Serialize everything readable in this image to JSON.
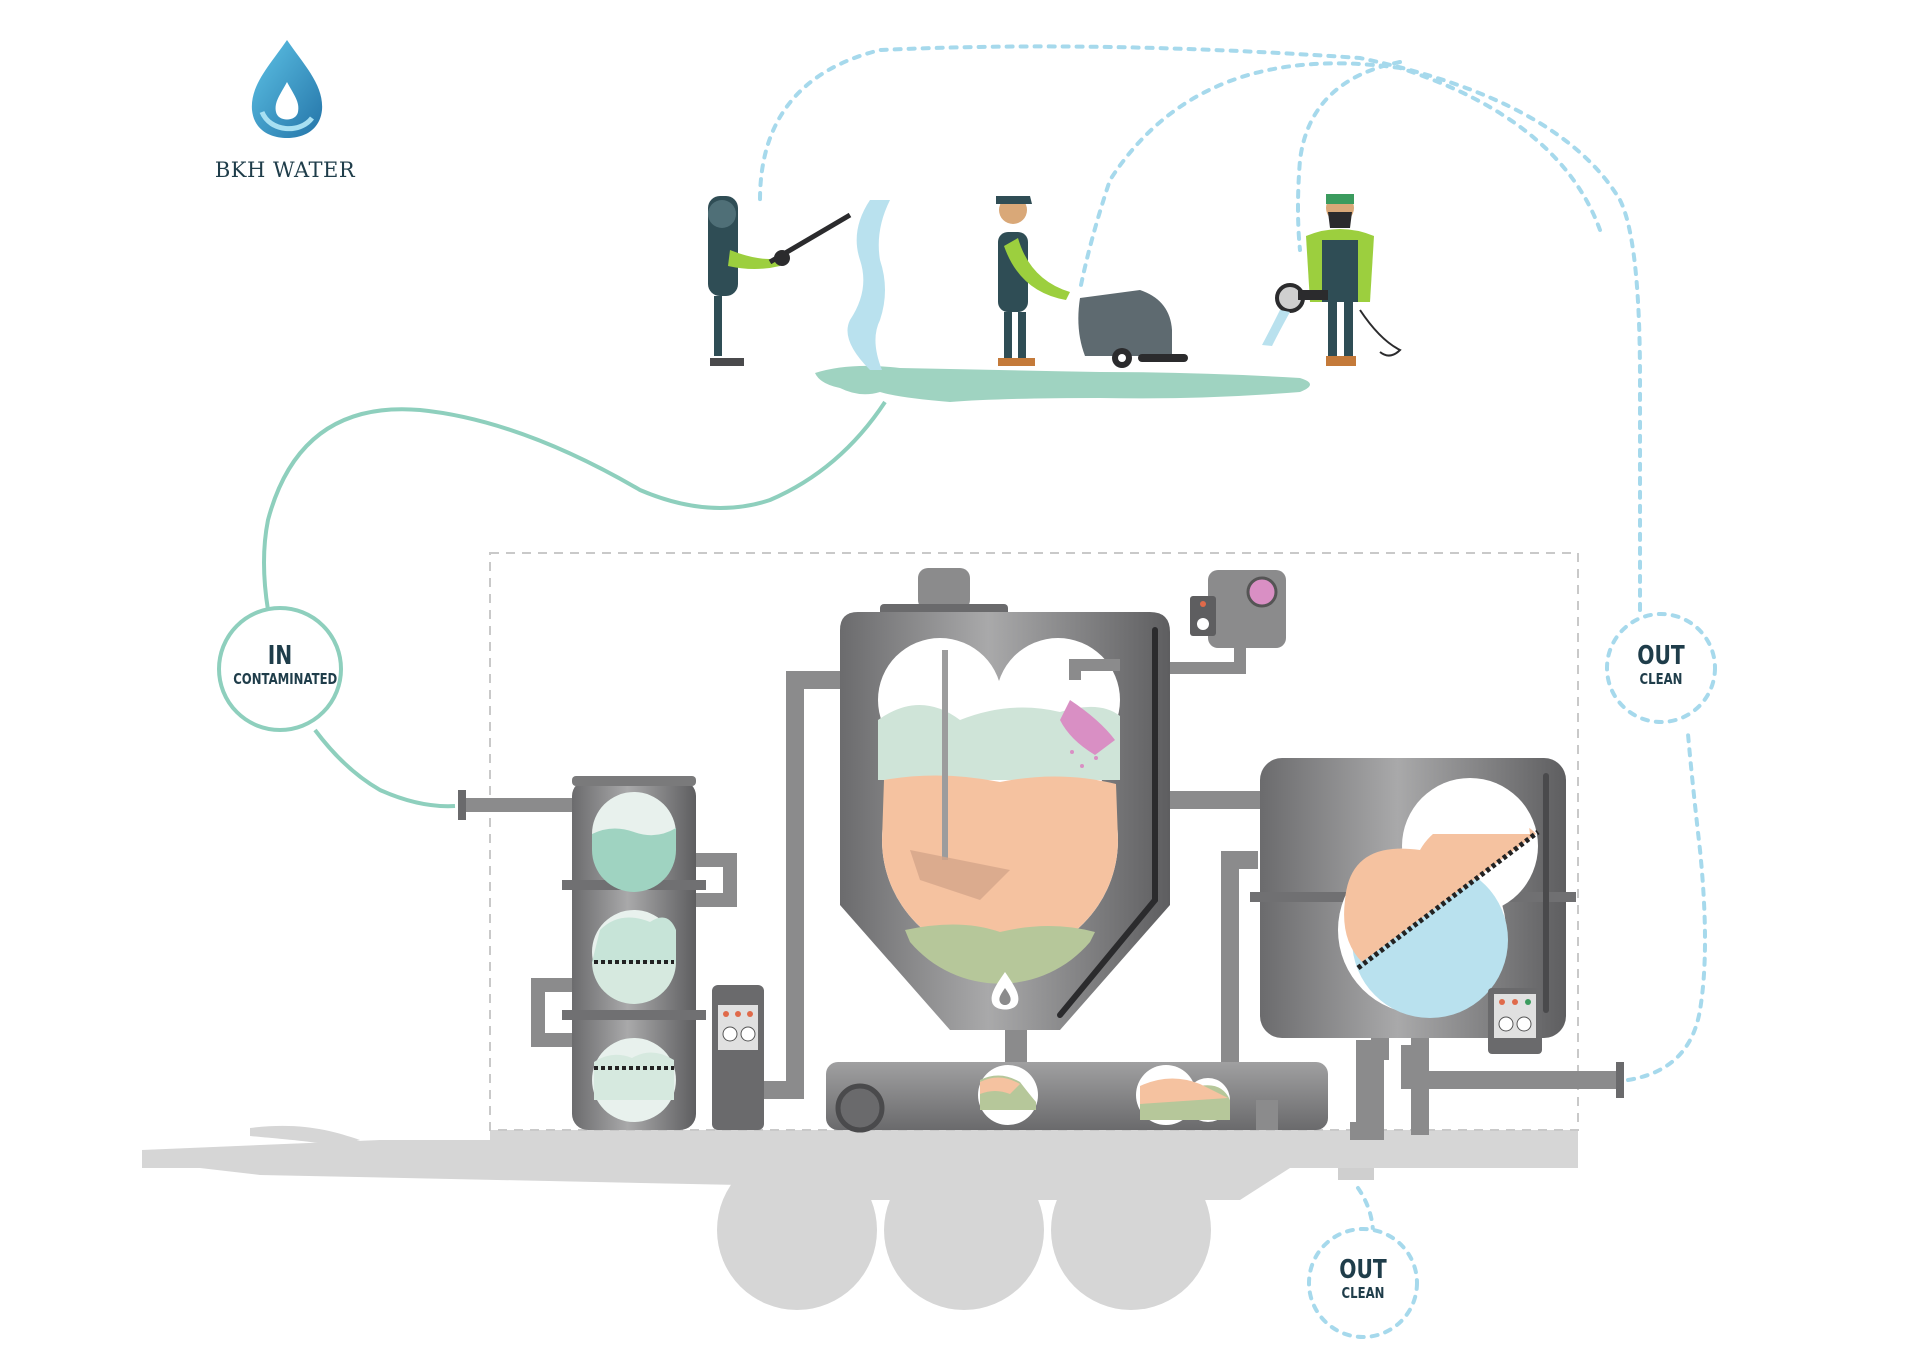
{
  "brand": {
    "name": "BKH WATER",
    "logo_icon": "water-drop-logo-icon",
    "logo_colors": [
      "#2b8fc4",
      "#5ec3e6"
    ]
  },
  "flows": {
    "inlet": {
      "title": "IN",
      "subtitle": "CONTAMINATED",
      "color": "#8ecfbd"
    },
    "outlet_right": {
      "title": "OUT",
      "subtitle": "CLEAN",
      "color": "#a6d9ec"
    },
    "outlet_bottom": {
      "title": "OUT",
      "subtitle": "CLEAN",
      "color": "#a6d9ec"
    }
  },
  "workers": [
    {
      "role": "pressure-washer-worker",
      "icon": "pressure-washer-icon"
    },
    {
      "role": "floor-scrubber-worker",
      "icon": "floor-scrubber-icon"
    },
    {
      "role": "angle-grinder-worker",
      "icon": "angle-grinder-icon"
    }
  ],
  "colors": {
    "machine_steel": "#8b8b8c",
    "machine_dark": "#5e5e60",
    "contaminated_water": "#9fd3c1",
    "sludge": "#f5c2a0",
    "clean_water": "#b9e1ee",
    "flocculant": "#d98fc4",
    "trailer": "#d6d6d6"
  }
}
